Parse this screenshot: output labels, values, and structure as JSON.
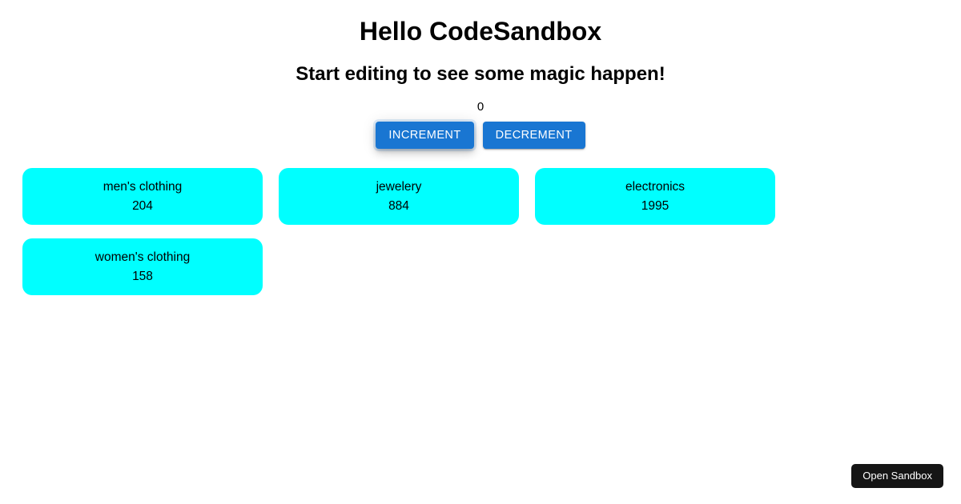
{
  "page": {
    "title": "Hello CodeSandbox",
    "subtitle": "Start editing to see some magic happen!",
    "background_color": "#ffffff"
  },
  "counter": {
    "value": "0",
    "increment_label": "INCREMENT",
    "decrement_label": "DECREMENT",
    "button_color": "#1976d2",
    "button_text_color": "#ffffff"
  },
  "categories": {
    "card_color": "#00ffff",
    "card_text_color": "#000000",
    "items": [
      {
        "name": "men's clothing",
        "count": "204"
      },
      {
        "name": "jewelery",
        "count": "884"
      },
      {
        "name": "electronics",
        "count": "1995"
      },
      {
        "name": "women's clothing",
        "count": "158"
      }
    ]
  },
  "overlay": {
    "open_sandbox_label": "Open Sandbox",
    "open_sandbox_bg": "#151515",
    "open_sandbox_color": "#ffffff"
  }
}
